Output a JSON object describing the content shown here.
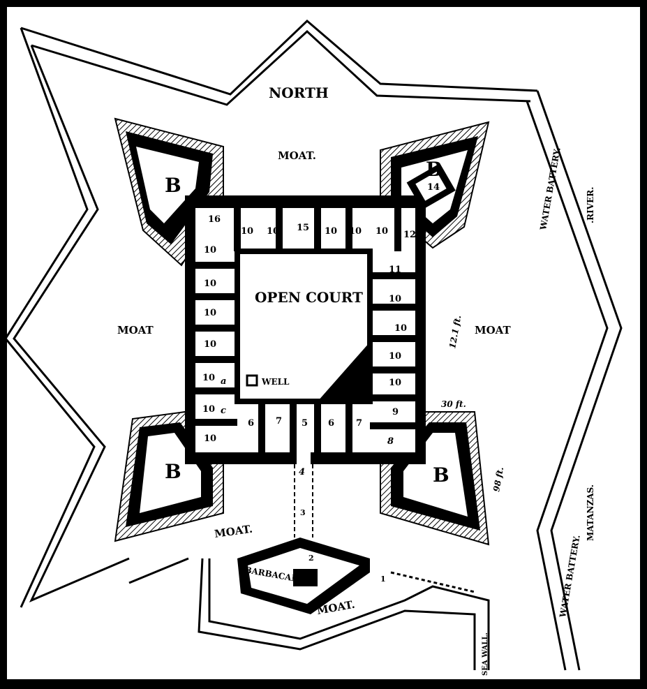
{
  "title_north": "NORTH",
  "labels": {
    "moat_top": "MOAT.",
    "moat_left": "MOAT",
    "moat_right": "MOAT",
    "moat_bottom_left": "MOAT.",
    "moat_bottom": "MOAT.",
    "open_court": "OPEN COURT",
    "well": "WELL",
    "barbacan": "BARBACAN",
    "water_battery_top": "WATER BATTERY.",
    "water_battery_bottom": "WATER BATTERY.",
    "river": ".RIVER.",
    "matanzas": "MATANZAS.",
    "sea_wall": "SEA WALL.",
    "dim_121": "12.1 ft.",
    "dim_30": "30 ft.",
    "dim_98": "98 ft."
  },
  "bastions": [
    "B",
    "B",
    "B",
    "B"
  ],
  "rooms": {
    "r14": "14",
    "r16": "16",
    "r15": "15",
    "r12": "12",
    "r11": "11",
    "r9": "9",
    "r8": "8",
    "r7a": "7",
    "r7b": "7",
    "r6a": "6",
    "r6b": "6",
    "r5": "5",
    "r4": "4",
    "r3": "3",
    "r2": "2",
    "r1": "1",
    "a": "a",
    "c": "c",
    "ten": "10"
  }
}
